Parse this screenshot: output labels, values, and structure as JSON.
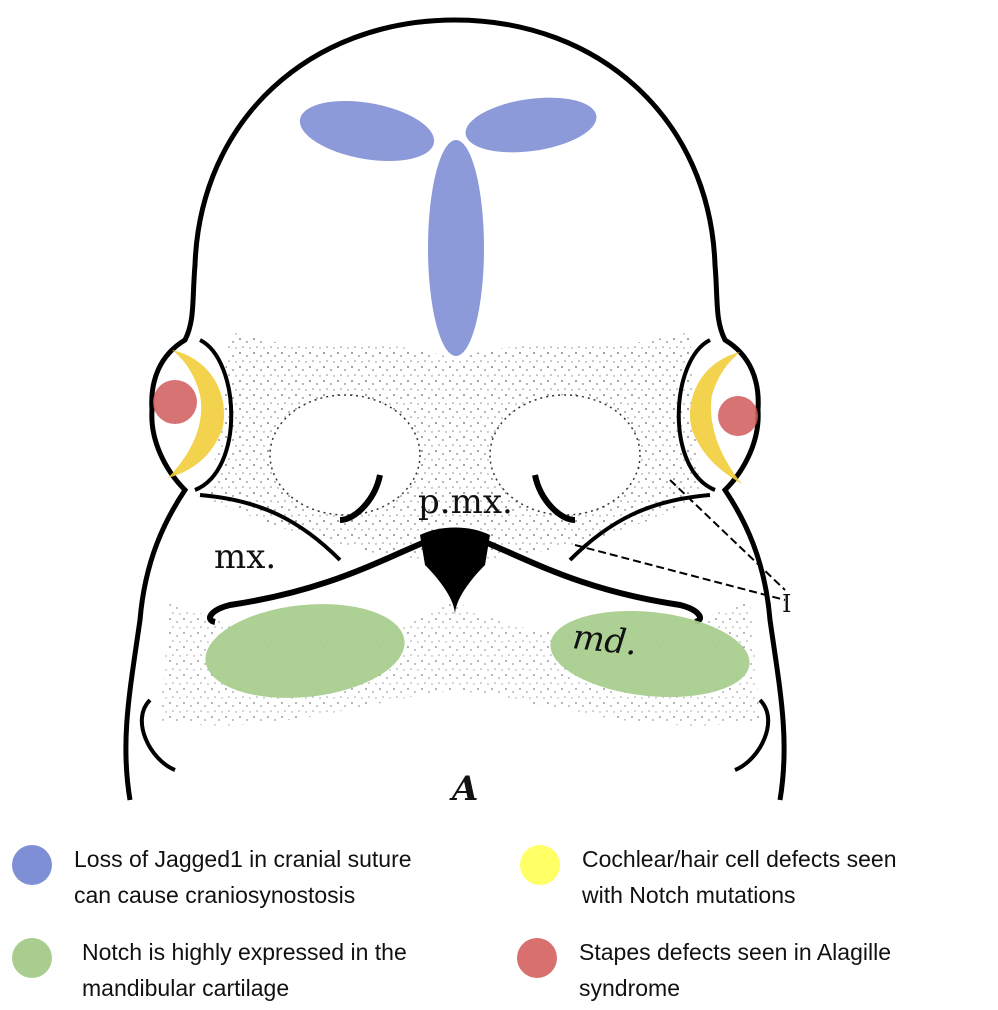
{
  "diagram": {
    "labels": {
      "premaxilla": "p.mx.",
      "maxilla": "mx.",
      "mandible": "md.",
      "pointer": "I",
      "panel": "A"
    },
    "colors": {
      "suture": "#7f8fd6",
      "cochlea": "#f2cd3a",
      "stapes": "#d05a5a",
      "cartilage": "#a9cd8e",
      "outline": "#000000"
    }
  },
  "legend": [
    {
      "color": "#7f8fd6",
      "line1": "Loss of Jagged1 in cranial suture",
      "line2": "can cause craniosynostosis"
    },
    {
      "color": "#ffff66",
      "line1": "Cochlear/hair cell defects seen",
      "line2": "with Notch mutations"
    },
    {
      "color": "#a9cd8e",
      "line1": "Notch is highly expressed in the",
      "line2": "mandibular cartilage"
    },
    {
      "color": "#d97070",
      "line1": "Stapes defects seen in  Alagille",
      "line2": "syndrome"
    }
  ]
}
